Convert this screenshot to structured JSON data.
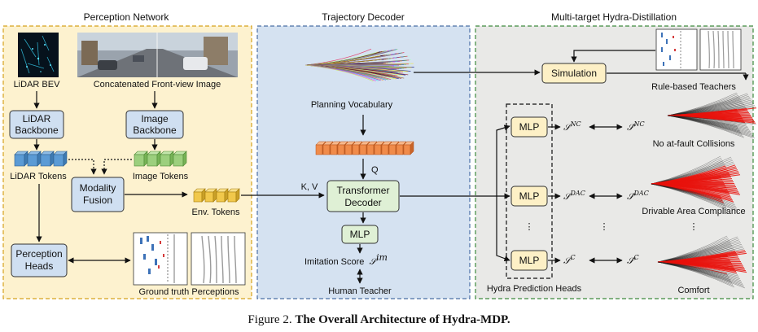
{
  "sections": {
    "perception": "Perception Network",
    "decoder": "Trajectory Decoder",
    "distillation": "Multi-target Hydra-Distillation"
  },
  "labels": {
    "lidar_bev": "LiDAR BEV",
    "front_view": "Concatenated Front-view Image",
    "lidar_backbone_1": "LiDAR",
    "lidar_backbone_2": "Backbone",
    "image_backbone_1": "Image",
    "image_backbone_2": "Backbone",
    "lidar_tokens": "LiDAR Tokens",
    "image_tokens": "Image Tokens",
    "modality_fusion_1": "Modality",
    "modality_fusion_2": "Fusion",
    "env_tokens": "Env. Tokens",
    "perception_heads_1": "Perception",
    "perception_heads_2": "Heads",
    "ground_truth": "Ground truth Perceptions",
    "planning_vocab": "Planning Vocabulary",
    "q": "Q",
    "kv": "K, V",
    "transformer_1": "Transformer",
    "transformer_2": "Decoder",
    "mlp": "MLP",
    "imitation_score": "Imitation Score",
    "imitation_sym": "𝒮",
    "imitation_sup": "im",
    "human_teacher": "Human Teacher",
    "simulation": "Simulation",
    "rule_teachers": "Rule-based Teachers",
    "hydra_heads": "Hydra Prediction Heads",
    "nc_label": "No at-fault Collisions",
    "dac_label": "Drivable Area Compliance",
    "comfort_label": "Comfort",
    "vdots": "⋮"
  },
  "scores": [
    {
      "sym": "𝒮",
      "sup": "NC",
      "hat": "𝒮̂",
      "hatsup": "NC"
    },
    {
      "sym": "𝒮",
      "sup": "DAC",
      "hat": "𝒮̂",
      "hatsup": "DAC"
    },
    {
      "sym": "𝒮",
      "sup": "C",
      "hat": "𝒮̂",
      "hatsup": "C"
    }
  ],
  "caption": {
    "prefix": "Figure 2.",
    "title": "The Overall Architecture of Hydra-MDP."
  },
  "colors": {
    "perception_bg": "#fdf2cf",
    "decoder_bg": "#d5e2f1",
    "distill_bg": "#e9e9e7",
    "backbone_fill": "#cfdff1",
    "mlp_fill": "#fdf0c6",
    "transformer_fill": "#dff0d5",
    "lidar_token": "#5b9bd5",
    "image_token": "#9ccf7d",
    "env_token": "#f1c84b",
    "query_token": "#f08b4a"
  }
}
